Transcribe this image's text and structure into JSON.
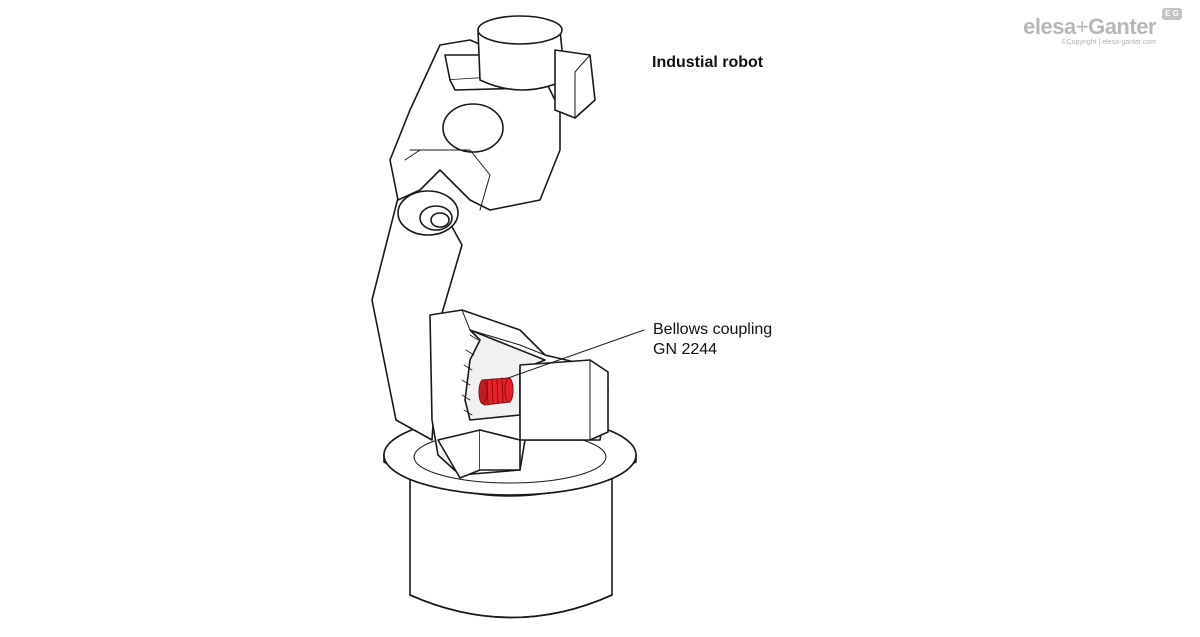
{
  "title": "Industial robot",
  "callout": {
    "line1": "Bellows coupling",
    "line2": "GN 2244"
  },
  "brand": {
    "name_a": "elesa",
    "plus": "+",
    "name_b": "Ganter",
    "badge": "E G",
    "copyright": "©Copyright | elesa-ganter.com"
  },
  "colors": {
    "line": "#1a1a1a",
    "highlight": "#e8202a",
    "highlight_dark": "#b5121b",
    "brand_grey": "#b7b7b7"
  }
}
